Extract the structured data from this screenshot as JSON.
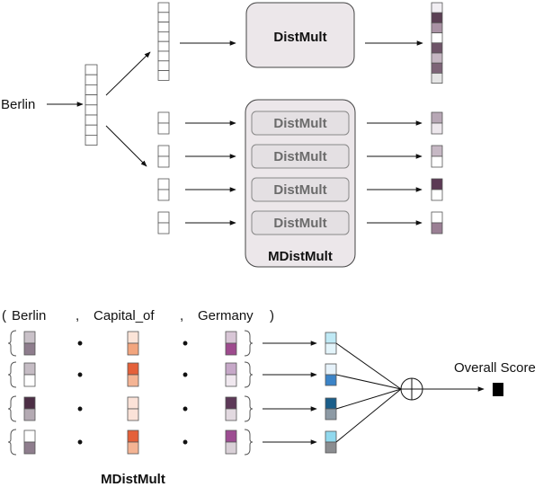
{
  "top": {
    "input_label": "Berlin",
    "big_model_label": "DistMult",
    "small_model_label": "DistMult",
    "container_label": "MDistMult",
    "big_output_colors": [
      "#f1eef2",
      "#5b4054",
      "#a992a4",
      "#ffffff",
      "#6e5468",
      "#c5b6c2",
      "#7d6477",
      "#e5e5e5"
    ],
    "small_outputs": [
      [
        "#b7a7b5",
        "#ede7ec"
      ],
      [
        "#c6b8c4",
        "#ffffff"
      ],
      [
        "#5c3a55",
        "#ffffff"
      ],
      [
        "#ffffff",
        "#9a7f94"
      ]
    ]
  },
  "bottom": {
    "header": {
      "open_paren": "(",
      "entity1": "Berlin",
      "comma1": ",",
      "relation": "Capital_of",
      "comma2": ",",
      "entity2": "Germany",
      "close_paren": ")"
    },
    "rows": [
      {
        "berlin": [
          "#c9c1c8",
          "#8e7d8d"
        ],
        "capital": [
          "#fbe4d8",
          "#f2a57e"
        ],
        "germany": [
          "#d8c6d6",
          "#9e4b8e"
        ],
        "result": [
          "#bfe9f5",
          "#e3f4fa"
        ]
      },
      {
        "berlin": [
          "#c5bcc4",
          "#ffffff"
        ],
        "capital": [
          "#e4603a",
          "#f4b494"
        ],
        "germany": [
          "#c6a8c8",
          "#f0e8ef"
        ],
        "result": [
          "#e6f2fa",
          "#3b84c8"
        ]
      },
      {
        "berlin": [
          "#4c2e45",
          "#b4aab3"
        ],
        "capital": [
          "#fbe2d8",
          "#fbe2d8"
        ],
        "germany": [
          "#5d3958",
          "#e2d9e0"
        ],
        "result": [
          "#1a5e8a",
          "#8d9aa5"
        ]
      },
      {
        "berlin": [
          "#ffffff",
          "#8e7d8d"
        ],
        "capital": [
          "#e4603a",
          "#f4b494"
        ],
        "germany": [
          "#9d4d92",
          "#d9d0d7"
        ],
        "result": [
          "#91d9ee",
          "#8b8d90"
        ]
      }
    ],
    "operator_symbol": "•",
    "overall_label": "Overall Score",
    "footer_label": "MDistMult",
    "combine_icon": "circle-plus-icon"
  }
}
